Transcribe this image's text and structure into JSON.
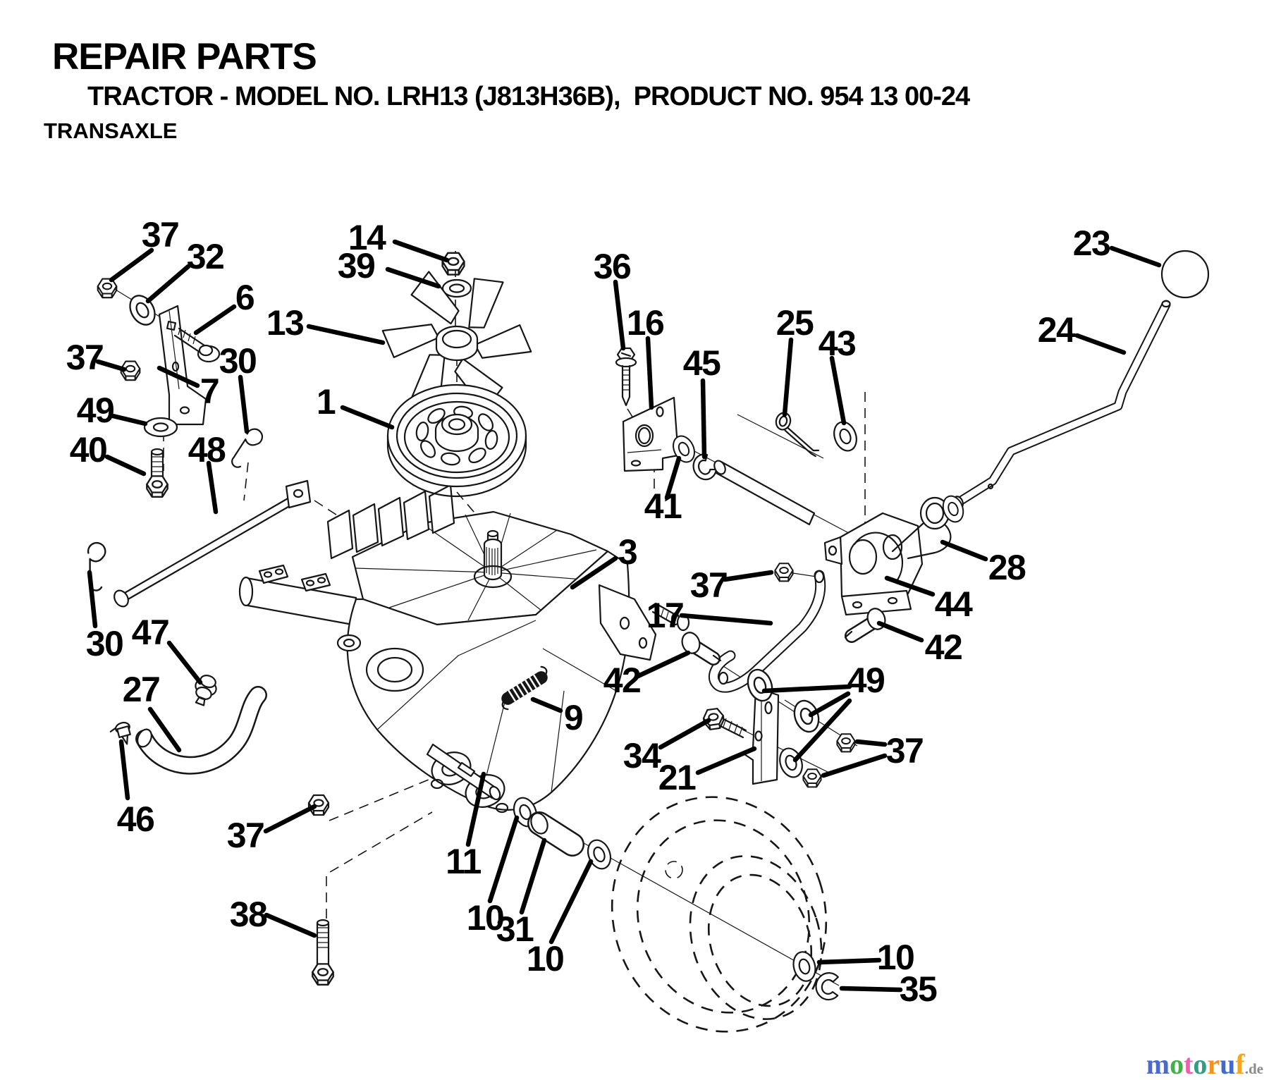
{
  "header": {
    "title": "REPAIR PARTS",
    "subtitle": "TRACTOR - MODEL NO. LRH13 (J813H36B),  PRODUCT NO. 954 13 00-24",
    "section": "TRANSAXLE"
  },
  "callouts": [
    {
      "label": "37"
    },
    {
      "label": "32"
    },
    {
      "label": "6"
    },
    {
      "label": "37"
    },
    {
      "label": "7"
    },
    {
      "label": "49"
    },
    {
      "label": "40"
    },
    {
      "label": "30"
    },
    {
      "label": "48"
    },
    {
      "label": "14"
    },
    {
      "label": "39"
    },
    {
      "label": "13"
    },
    {
      "label": "1"
    },
    {
      "label": "36"
    },
    {
      "label": "16"
    },
    {
      "label": "45"
    },
    {
      "label": "25"
    },
    {
      "label": "43"
    },
    {
      "label": "41"
    },
    {
      "label": "23"
    },
    {
      "label": "24"
    },
    {
      "label": "28"
    },
    {
      "label": "37"
    },
    {
      "label": "44"
    },
    {
      "label": "42"
    },
    {
      "label": "3"
    },
    {
      "label": "17"
    },
    {
      "label": "42"
    },
    {
      "label": "9"
    },
    {
      "label": "34"
    },
    {
      "label": "21"
    },
    {
      "label": "49"
    },
    {
      "label": "37"
    },
    {
      "label": "30"
    },
    {
      "label": "47"
    },
    {
      "label": "27"
    },
    {
      "label": "46"
    },
    {
      "label": "37"
    },
    {
      "label": "38"
    },
    {
      "label": "11"
    },
    {
      "label": "10"
    },
    {
      "label": "31"
    },
    {
      "label": "10"
    },
    {
      "label": "10"
    },
    {
      "label": "35"
    }
  ],
  "watermark": {
    "letters": [
      {
        "ch": "m",
        "color": "#4a6bc9"
      },
      {
        "ch": "o",
        "color": "#44b04a"
      },
      {
        "ch": "t",
        "color": "#ee5fb0"
      },
      {
        "ch": "o",
        "color": "#2f9e82"
      },
      {
        "ch": "r",
        "color": "#f6921e"
      },
      {
        "ch": "u",
        "color": "#4169d0"
      },
      {
        "ch": "f",
        "color": "#f5a61d"
      }
    ],
    "suffix": ".de",
    "suffix_color": "#8a8a8a"
  }
}
